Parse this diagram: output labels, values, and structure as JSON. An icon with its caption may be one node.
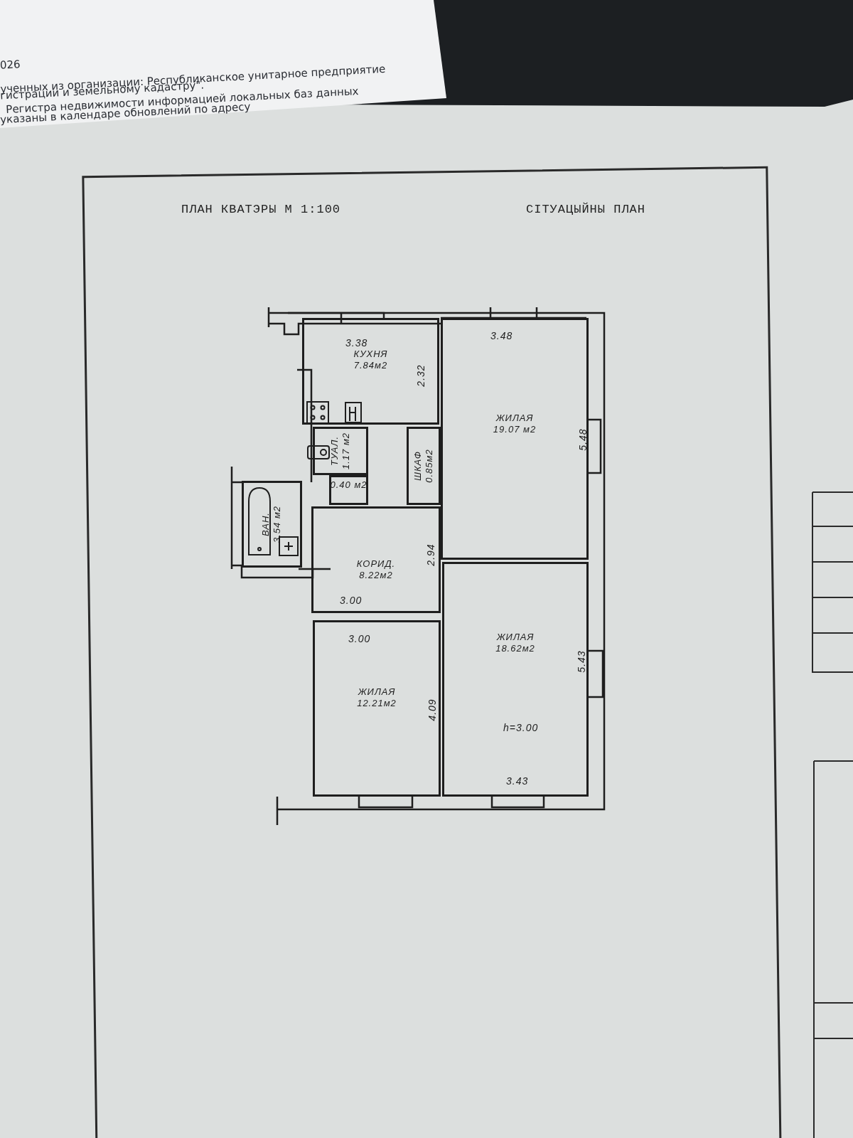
{
  "diagram": {
    "title": "ПЛАН КВАТЭРЫ М 1:100",
    "nodes": [
      {
        "text": [
          "КУХНЯ",
          "7.84м2"
        ]
      },
      {
        "text": [
          "ЖИЛАЯ",
          "19.07 м2"
        ]
      },
      {
        "text": [
          "ТУАЛ.",
          "1.17 м2"
        ]
      },
      {
        "text": [
          "0.40 м2"
        ]
      },
      {
        "text": [
          "ВАН.",
          "3.54 м2"
        ]
      },
      {
        "text": [
          "ШКАФ",
          "0.85м2"
        ]
      },
      {
        "text": [
          "КОРИД.",
          "8.22м2"
        ]
      },
      {
        "text": [
          "ЖИЛАЯ",
          "12.21м2"
        ]
      },
      {
        "text": [
          "ЖИЛАЯ",
          "18.62м2"
        ]
      }
    ],
    "edges": [],
    "labels": [
      "026",
      "ученных из организации: Республиканское унитарное предприятие",
      "гистрации и земельному кадастру\".",
      "Регистра недвижимости информацией локальных баз данных",
      "указаны в календаре обновлений по адресу",
      "СІТУАЦЫЙНЫ ПЛАН",
      "3.38",
      "3.48",
      "2.32",
      "5.48",
      "2.94",
      "3.00",
      "3.00",
      "4.09",
      "5.43",
      "h=3.00",
      "3.43"
    ]
  }
}
